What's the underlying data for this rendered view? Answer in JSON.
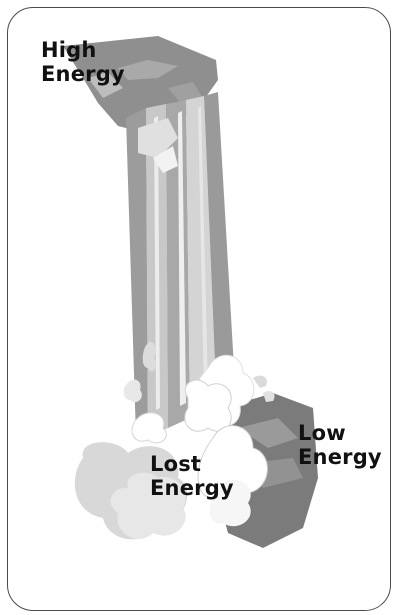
{
  "labels": {
    "high_line1": "High",
    "high_line2": "Energy",
    "low_line1": "Low",
    "low_line2": "Energy",
    "lost_line1": "Lost",
    "lost_line2": "Energy"
  },
  "colors": {
    "rock_top": "#8f8f8f",
    "rock_bottom": "#7b7b7b",
    "water_dark": "#9c9c9c",
    "water_mid": "#b8b8b8",
    "water_light": "#d8d8d8",
    "splash": "#ffffff",
    "border": "#4a4a4a"
  }
}
